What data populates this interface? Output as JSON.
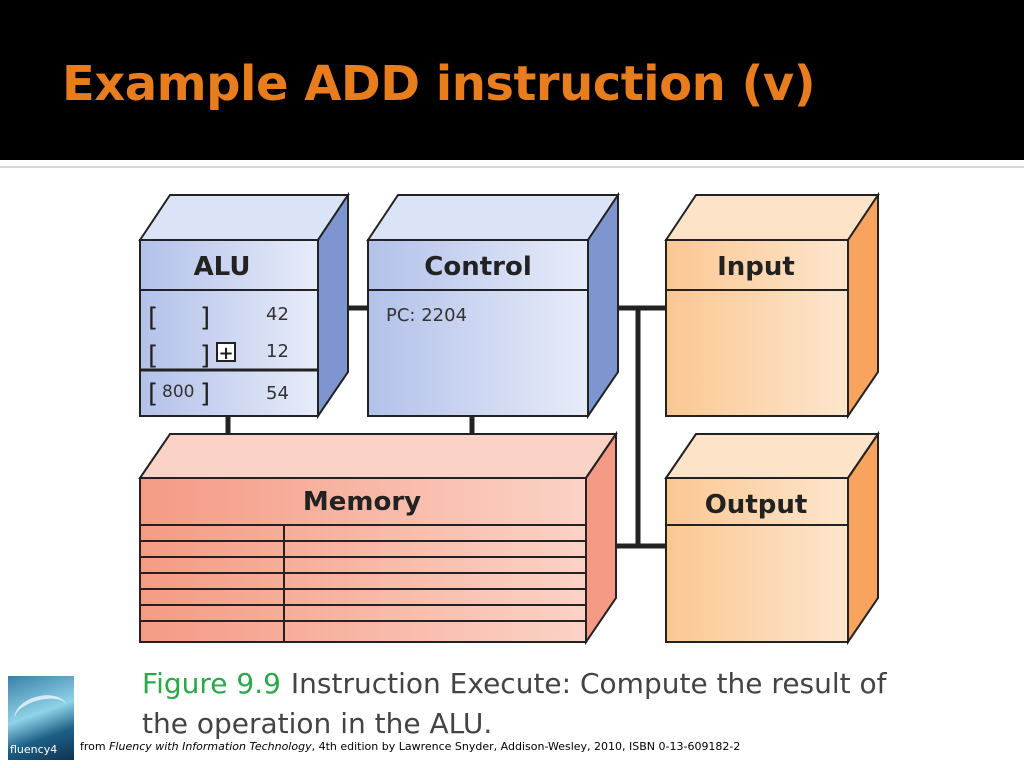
{
  "slide": {
    "title": "Example ADD instruction (v)"
  },
  "diagram": {
    "alu": {
      "label": "ALU",
      "rows": [
        {
          "bracket_value": "",
          "value": "42"
        },
        {
          "bracket_value": "",
          "value": "12"
        },
        {
          "bracket_value": "800",
          "value": "54"
        }
      ],
      "operator": "+"
    },
    "control": {
      "label": "Control",
      "pc": "PC: 2204"
    },
    "input": {
      "label": "Input"
    },
    "output": {
      "label": "Output"
    },
    "memory": {
      "label": "Memory"
    },
    "colors": {
      "blue_front": "#c9d3ef",
      "blue_side": "#7f95d0",
      "salmon_front": "#f7a996",
      "orange_front": "#fcd3a8",
      "orange_side": "#f8a35e"
    }
  },
  "caption": {
    "figure": "Figure 9.9",
    "text": "Instruction Execute: Compute the result of the operation in the ALU."
  },
  "credit": {
    "prefix": "from",
    "book": "Fluency with Information Technology",
    "suffix": ", 4th edition by Lawrence Snyder, Addison-Wesley, 2010, ISBN 0-13-609182-2"
  },
  "thumbnail": {
    "label": "fluency4"
  }
}
